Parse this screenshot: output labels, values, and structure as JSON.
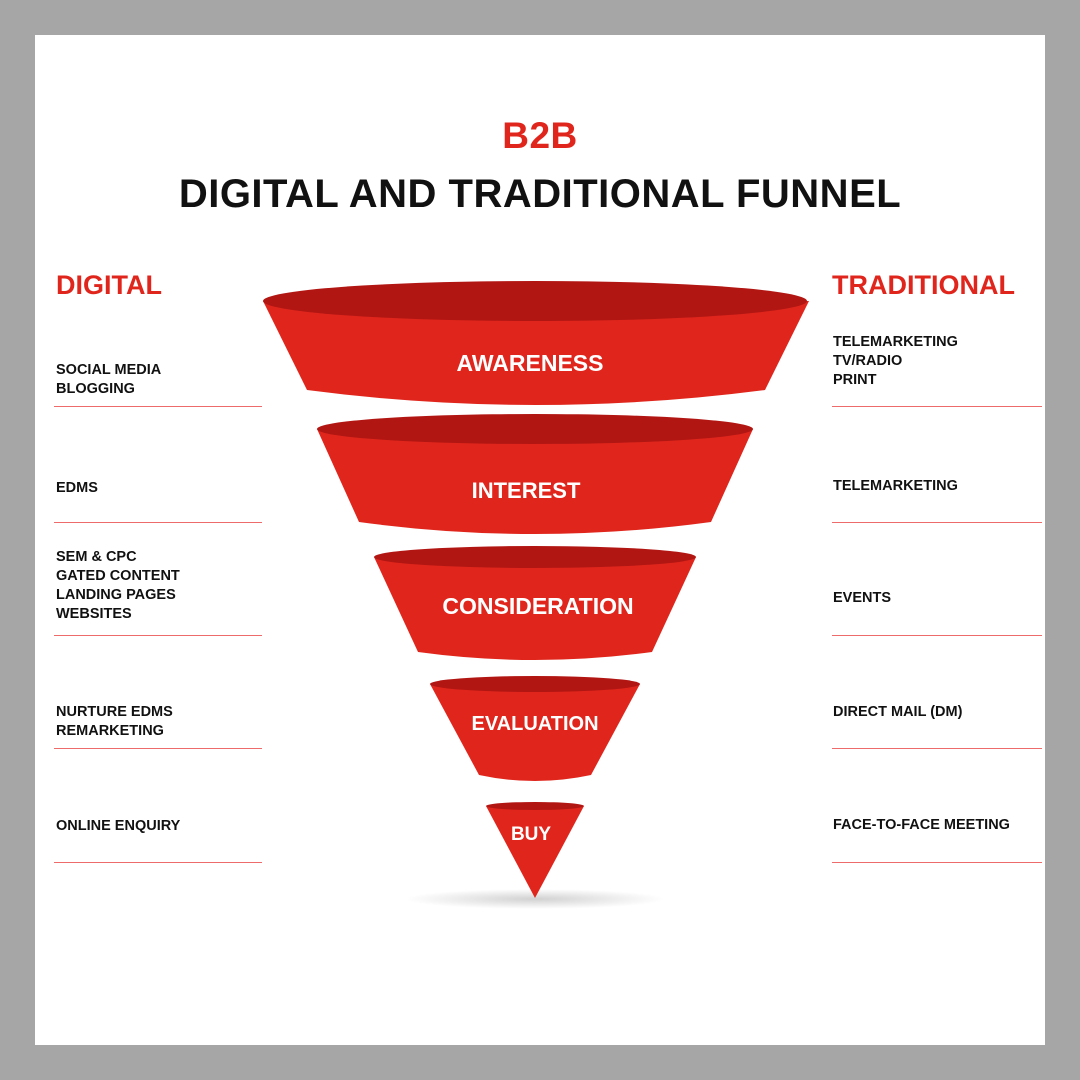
{
  "header": {
    "title_top": "B2B",
    "title_main": "DIGITAL AND TRADITIONAL FUNNEL"
  },
  "columns": {
    "left_heading": "DIGITAL",
    "right_heading": "TRADITIONAL"
  },
  "stages": [
    {
      "label": "AWARENESS"
    },
    {
      "label": "INTEREST"
    },
    {
      "label": "CONSIDERATION"
    },
    {
      "label": "EVALUATION"
    },
    {
      "label": "BUY"
    }
  ],
  "digital": [
    {
      "lines": [
        "SOCIAL MEDIA",
        "BLOGGING"
      ]
    },
    {
      "lines": [
        "EDMS"
      ]
    },
    {
      "lines": [
        "SEM & CPC",
        "GATED CONTENT",
        "LANDING PAGES",
        "WEBSITES"
      ]
    },
    {
      "lines": [
        "NURTURE EDMS",
        "REMARKETING"
      ]
    },
    {
      "lines": [
        "ONLINE ENQUIRY"
      ]
    }
  ],
  "traditional": [
    {
      "lines": [
        "TELEMARKETING",
        "TV/RADIO",
        "PRINT"
      ]
    },
    {
      "lines": [
        "TELEMARKETING"
      ]
    },
    {
      "lines": [
        "EVENTS"
      ]
    },
    {
      "lines": [
        "DIRECT MAIL (DM)"
      ]
    },
    {
      "lines": [
        "FACE-TO-FACE MEETING"
      ]
    }
  ],
  "colors": {
    "accent": "#e0261c",
    "accent_dark": "#b21613",
    "text": "#111111",
    "frame": "#a6a6a6",
    "rule": "#ee6b6b"
  }
}
